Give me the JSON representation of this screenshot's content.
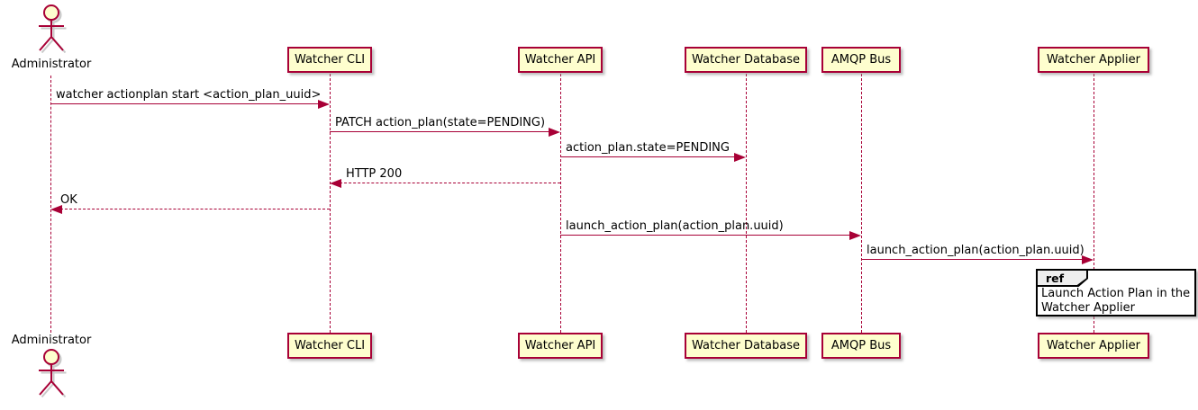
{
  "diagram_type": "sequence-diagram",
  "colors": {
    "accent": "#A80036",
    "participant_fill": "#FEFECE",
    "ref_header_fill": "#EEEEEE",
    "ref_border": "#000000",
    "text": "#000000",
    "background": "#FFFFFF"
  },
  "actor": {
    "name": "Administrator"
  },
  "participants": [
    {
      "label": "Watcher CLI"
    },
    {
      "label": "Watcher API"
    },
    {
      "label": "Watcher Database"
    },
    {
      "label": "AMQP Bus"
    },
    {
      "label": "Watcher Applier"
    }
  ],
  "messages": [
    {
      "from": "Administrator",
      "to": "Watcher CLI",
      "label": "watcher actionplan start <action_plan_uuid>",
      "line": "solid",
      "direction": "right"
    },
    {
      "from": "Watcher CLI",
      "to": "Watcher API",
      "label": "PATCH action_plan(state=PENDING)",
      "line": "solid",
      "direction": "right"
    },
    {
      "from": "Watcher API",
      "to": "Watcher Database",
      "label": "action_plan.state=PENDING",
      "line": "solid",
      "direction": "right"
    },
    {
      "from": "Watcher API",
      "to": "Watcher CLI",
      "label": "HTTP 200",
      "line": "dashed",
      "direction": "left"
    },
    {
      "from": "Watcher CLI",
      "to": "Administrator",
      "label": "OK",
      "line": "dashed",
      "direction": "left"
    },
    {
      "from": "Watcher API",
      "to": "AMQP Bus",
      "label": "launch_action_plan(action_plan.uuid)",
      "line": "solid",
      "direction": "right"
    },
    {
      "from": "AMQP Bus",
      "to": "Watcher Applier",
      "label": "launch_action_plan(action_plan.uuid)",
      "line": "solid",
      "direction": "right"
    }
  ],
  "ref": {
    "keyword": "ref",
    "lines": [
      "Launch Action Plan in the",
      "Watcher Applier"
    ]
  }
}
